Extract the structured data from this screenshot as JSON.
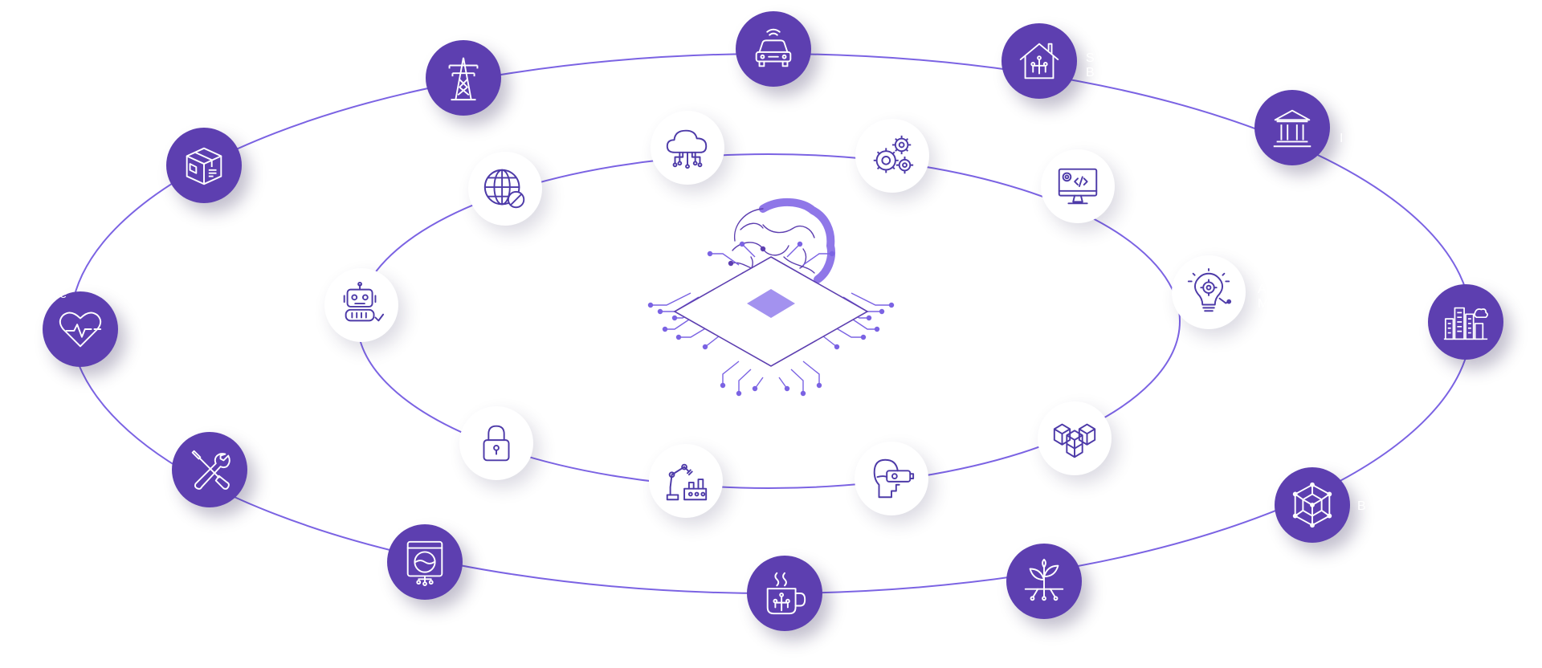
{
  "colors": {
    "accent": "#5d3fb0",
    "orbit": "#7b63e3",
    "chip_fill": "#a392ef",
    "icon_outer": "#ffffff",
    "icon_inner": "#4d3aa8"
  },
  "outer_ring_icons": [
    "power-tower-icon",
    "connected-car-icon",
    "smart-home-icon",
    "bank-icon",
    "smart-city-icon",
    "blockchain-cube-icon",
    "smart-agriculture-icon",
    "smart-coffee-icon",
    "smart-washing-machine-icon",
    "tools-icon",
    "healthcare-heart-icon",
    "package-box-icon"
  ],
  "inner_ring_icons": [
    "cloud-computing-icon",
    "gear-automation-icon",
    "code-monitor-icon",
    "idea-bulb-gear-icon",
    "data-storage-blocks-icon",
    "vr-headset-icon",
    "robotic-arm-factory-icon",
    "padlock-icon",
    "robot-bot-icon",
    "secure-globe-icon"
  ],
  "center_graphic": "ai-brain-chip-icon",
  "ghost_labels": {
    "healthcare": "are",
    "smart_home": "S\nB",
    "bank": "I",
    "idea": "A\nM",
    "blockchain": "B"
  }
}
